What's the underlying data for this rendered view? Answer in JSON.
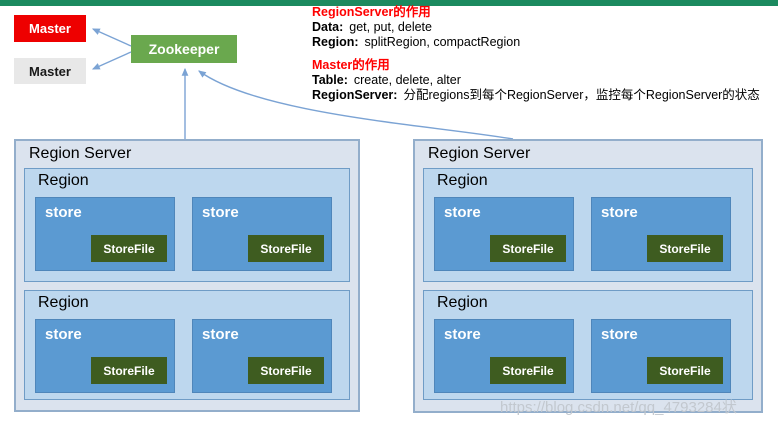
{
  "colors": {
    "top_bar": "#1b8a5f",
    "master_active_bg": "#ee0000",
    "master_standby_bg": "#e8e8e8",
    "zookeeper_bg": "#6aa84e",
    "region_server_bg": "#dbe3ee",
    "region_bg": "#bdd7ee",
    "store_bg": "#5b9ad2",
    "store_file_bg": "#3e5c20",
    "arrow": "#7ba3d4",
    "annotation_heading": "#ff0000"
  },
  "nodes": {
    "master_active": "Master",
    "master_standby": "Master",
    "zookeeper": "Zookeeper"
  },
  "annotations": {
    "regionserver": {
      "heading": "RegionServer的作用",
      "lines": [
        {
          "label": "Data:",
          "value": "get, put, delete"
        },
        {
          "label": "Region:",
          "value": "splitRegion, compactRegion"
        }
      ]
    },
    "master": {
      "heading": "Master的作用",
      "lines": [
        {
          "label": "Table:",
          "value": "create, delete, alter"
        },
        {
          "label": "RegionServer:",
          "value": "分配regions到每个RegionServer，监控每个RegionServer的状态"
        }
      ]
    }
  },
  "labels": {
    "region_server": "Region Server",
    "region": "Region",
    "store": "store",
    "store_file": "StoreFile"
  },
  "watermark": "https://blog.csdn.net/qq_4793284状"
}
